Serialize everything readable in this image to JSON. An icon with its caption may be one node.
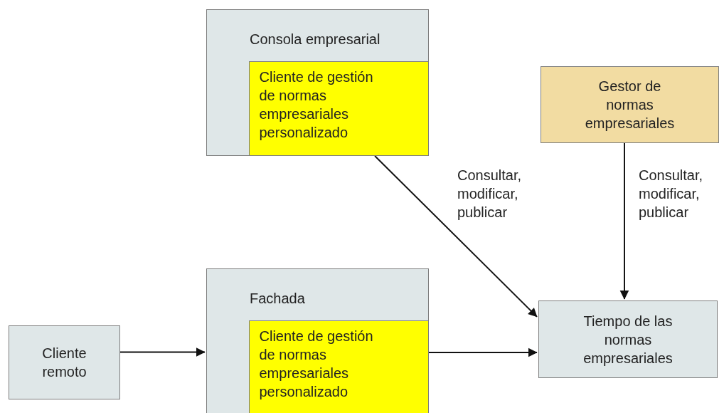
{
  "diagram": {
    "nodes": [
      {
        "text": [
          "Consola empresarial"
        ]
      },
      {
        "text": [
          "Cliente de gestión de normas empresariales personalizado"
        ],
        "in": 0
      },
      {
        "text": [
          "Gestor de normas empresariales"
        ]
      },
      {
        "text": [
          "Cliente remoto"
        ]
      },
      {
        "text": [
          "Fachada"
        ]
      },
      {
        "text": [
          "Cliente de gestión de normas empresariales personalizado"
        ],
        "in": 4
      },
      {
        "text": [
          "Tiempo de las normas empresariales"
        ]
      }
    ],
    "edges": [
      {
        "from": 1,
        "to": 6,
        "arrow": "to",
        "label": "Consultar, modificar, publicar"
      },
      {
        "from": 2,
        "to": 6,
        "arrow": "to",
        "label": "Consultar, modificar, publicar"
      },
      {
        "from": 3,
        "to": 4,
        "arrow": "to"
      },
      {
        "from": 5,
        "to": 6,
        "arrow": "to"
      }
    ]
  }
}
